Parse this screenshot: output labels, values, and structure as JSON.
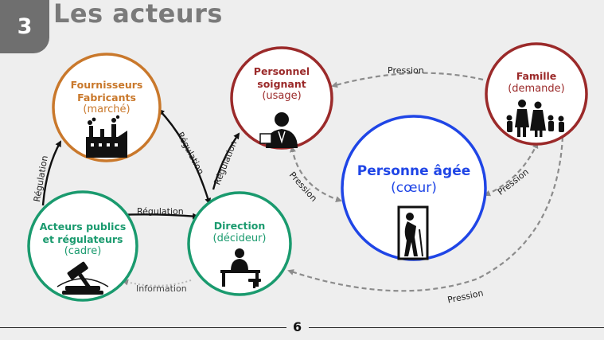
{
  "header": {
    "badge": "3",
    "title": "Les acteurs"
  },
  "colors": {
    "brown": "#c9782b",
    "darkred": "#9b2a2a",
    "green": "#1a9a6e",
    "blue": "#1f45e6",
    "arrow_dark": "#111111",
    "arrow_grey": "#8c8c8c"
  },
  "nodes": {
    "fournisseurs": {
      "name_line1": "Fournisseurs",
      "name_line2": "Fabricants",
      "role": "(marché)",
      "icon": "factory-icon"
    },
    "personnel": {
      "name_line1": "Personnel",
      "name_line2": "soignant",
      "role": "(usage)",
      "icon": "doctor-icon"
    },
    "famille": {
      "name": "Famille",
      "role": "(demande)",
      "icon": "family-icon"
    },
    "personne": {
      "name": "Personne âgée",
      "role": "(cœur)",
      "icon": "elderly-person-icon"
    },
    "acteurs": {
      "name_line1": "Acteurs publics",
      "name_line2": "et régulateurs",
      "role": "(cadre)",
      "icon": "gavel-icon"
    },
    "direction": {
      "name": "Direction",
      "role": "(décideur)",
      "icon": "manager-desk-icon"
    }
  },
  "edges": {
    "regulation_acteurs_fournisseurs": "Régulation",
    "regulation_fournisseurs_direction": "Régulation",
    "regulation_direction_personnel": "Régulation",
    "regulation_acteurs_direction": "Régulation",
    "information_direction_acteurs": "Information",
    "pression_famille_personnel": "Pression",
    "pression_personnel_personne": "Pression",
    "pression_personne_famille": "Pression",
    "pression_famille_direction": "Pression"
  },
  "footer": {
    "page_number": "6"
  }
}
